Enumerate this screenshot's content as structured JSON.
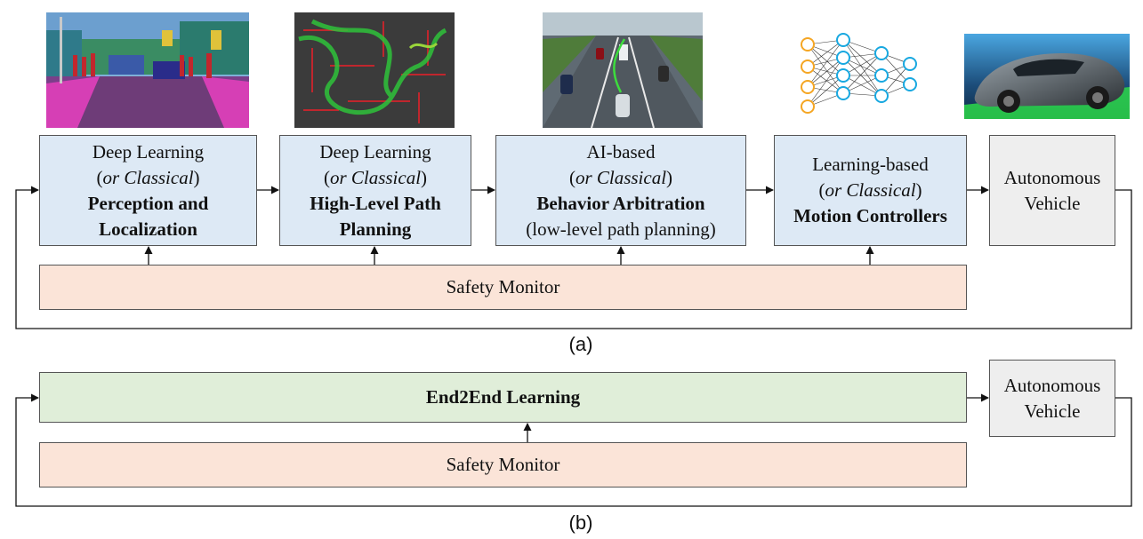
{
  "diagram_a": {
    "caption": "(a)",
    "perception": {
      "line1": "Deep Learning",
      "alt_open": "(",
      "alt_text": "or Classical",
      "alt_close": ")",
      "title_l1": "Perception and",
      "title_l2": "Localization"
    },
    "path_planning": {
      "line1": "Deep Learning",
      "alt_open": "(",
      "alt_text": "or Classical",
      "alt_close": ")",
      "title_l1": "High-Level Path",
      "title_l2": "Planning"
    },
    "behavior": {
      "line1": "AI-based",
      "alt_open": "(",
      "alt_text": "or Classical",
      "alt_close": ")",
      "title": "Behavior Arbitration",
      "note": "(low-level path planning)"
    },
    "motion": {
      "line1": "Learning-based",
      "alt_open": "(",
      "alt_text": "or Classical",
      "alt_close": ")",
      "title": "Motion Controllers"
    },
    "vehicle": {
      "line1": "Autonomous",
      "line2": "Vehicle"
    },
    "safety": "Safety Monitor"
  },
  "diagram_b": {
    "caption": "(b)",
    "end2end": "End2End Learning",
    "vehicle": {
      "line1": "Autonomous",
      "line2": "Vehicle"
    },
    "safety": "Safety Monitor"
  },
  "colors": {
    "module_fill": "#dde9f5",
    "end2end_fill": "#e0eed9",
    "safety_fill": "#fbe4d8",
    "vehicle_fill": "#eeeeee",
    "border": "#555555",
    "neural_net_node": "#18a8e0",
    "neural_net_input": "#f5a623",
    "segmentation_magenta": "#d63fb5",
    "path_green": "#3ddc3d"
  },
  "images": [
    "semantic-segmentation-thumbnail",
    "path-planning-thumbnail",
    "highway-traffic-thumbnail",
    "neural-network-thumbnail",
    "autonomous-car-thumbnail"
  ]
}
